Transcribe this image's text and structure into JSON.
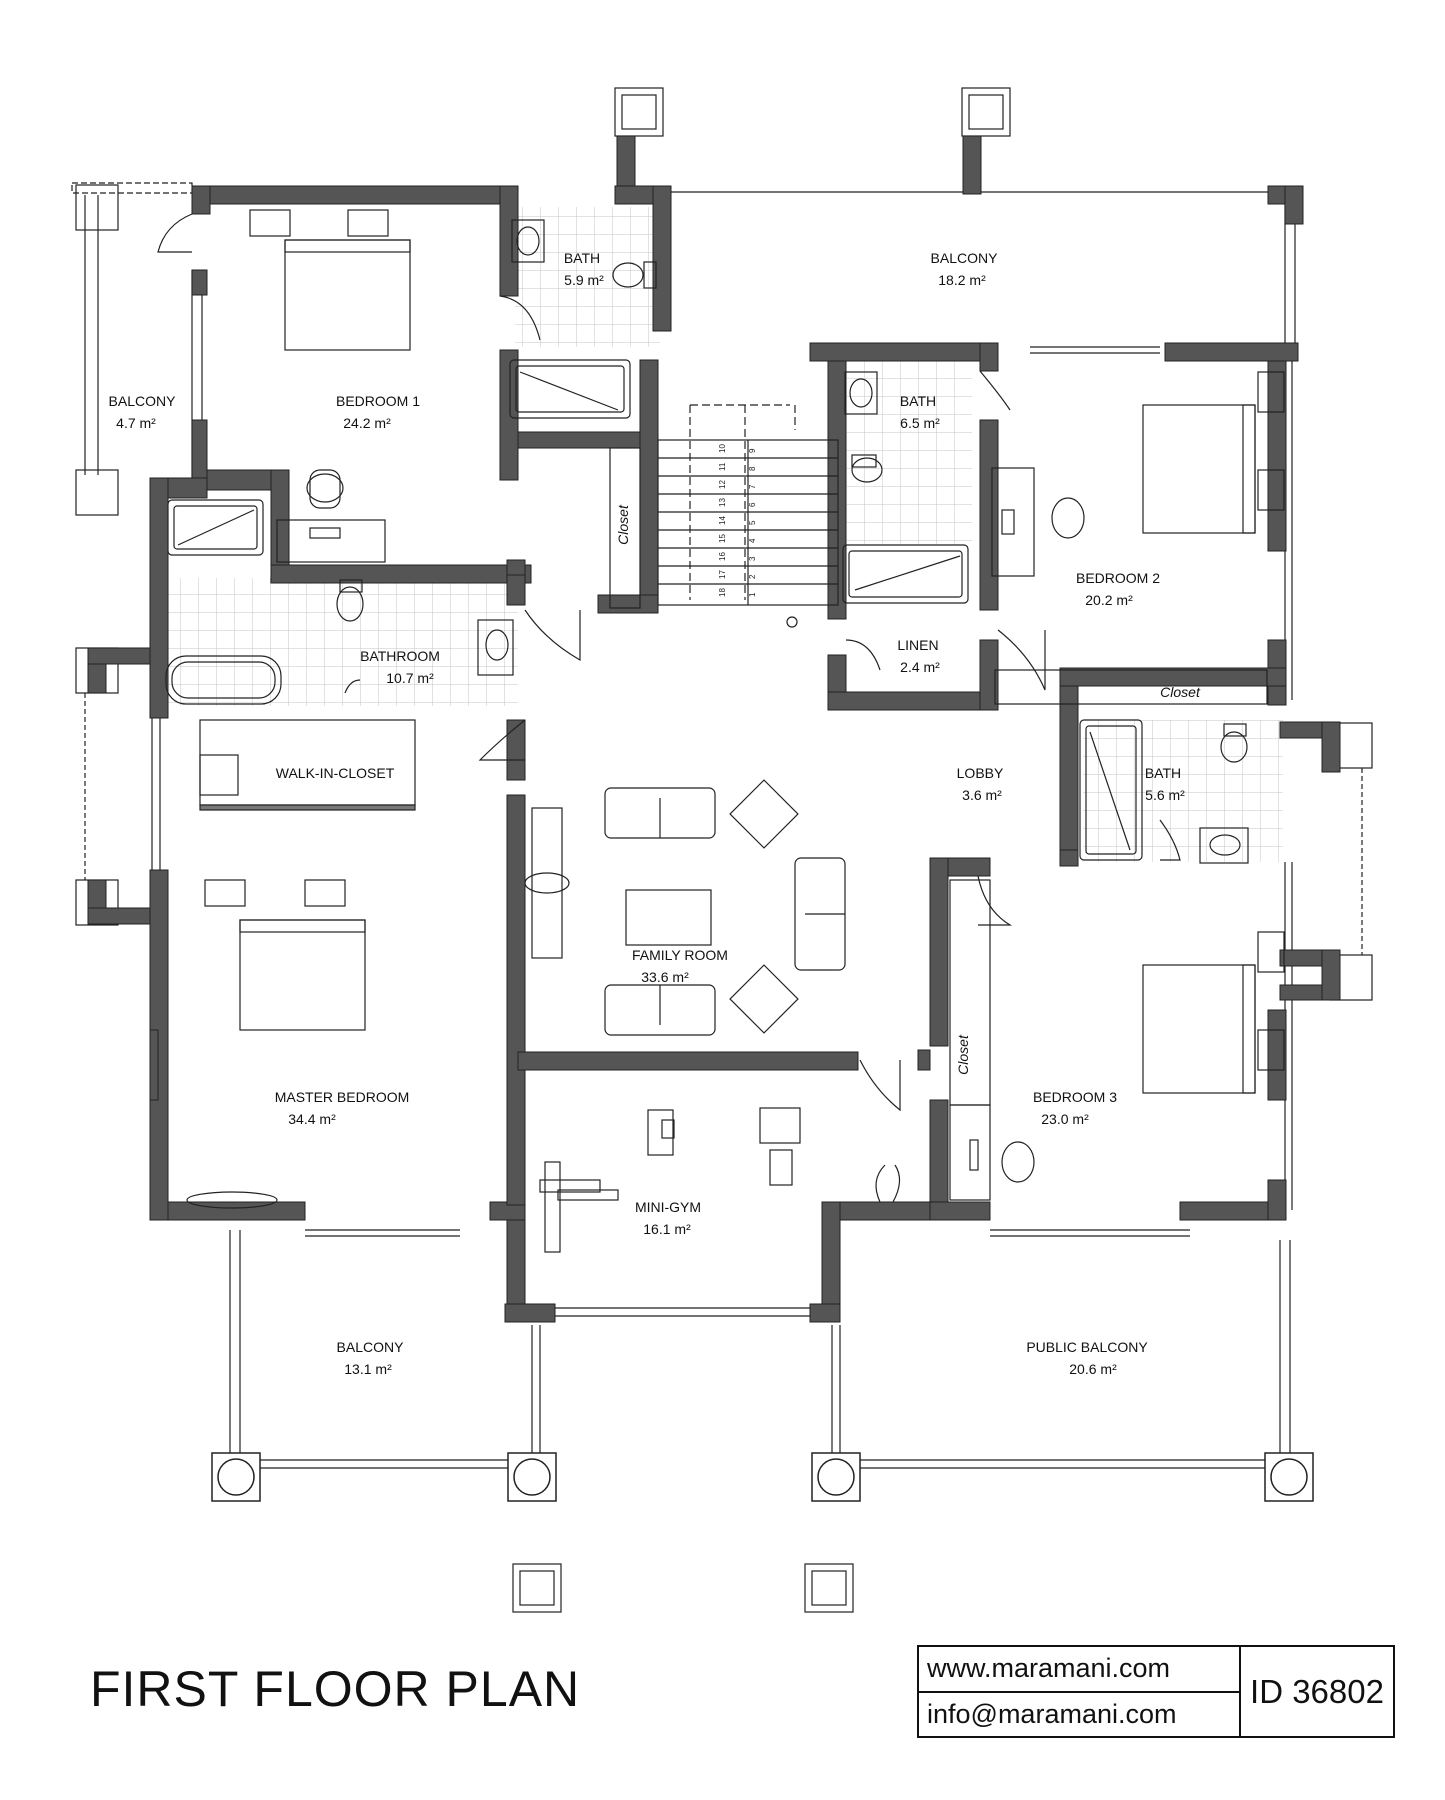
{
  "plan_title": "FIRST FLOOR PLAN",
  "title_block": {
    "website": "www.maramani.com",
    "email": "info@maramani.com",
    "plan_id": "ID 36802"
  },
  "rooms": [
    {
      "key": "balcony-west",
      "name": "BALCONY",
      "area": "4.7 m²"
    },
    {
      "key": "bedroom-1",
      "name": "BEDROOM 1",
      "area": "24.2 m²"
    },
    {
      "key": "bath-1",
      "name": "BATH",
      "area": "5.9 m²"
    },
    {
      "key": "balcony-north",
      "name": "BALCONY",
      "area": "18.2 m²"
    },
    {
      "key": "bath-2",
      "name": "BATH",
      "area": "6.5 m²"
    },
    {
      "key": "bedroom-2",
      "name": "BEDROOM 2",
      "area": "20.2 m²"
    },
    {
      "key": "bathroom",
      "name": "BATHROOM",
      "area": "10.7 m²"
    },
    {
      "key": "linen",
      "name": "LINEN",
      "area": "2.4 m²"
    },
    {
      "key": "walk-in-closet",
      "name": "WALK-IN-CLOSET",
      "area": ""
    },
    {
      "key": "lobby",
      "name": "LOBBY",
      "area": "3.6 m²"
    },
    {
      "key": "bath-3",
      "name": "BATH",
      "area": "5.6 m²"
    },
    {
      "key": "family-room",
      "name": "FAMILY ROOM",
      "area": "33.6 m²"
    },
    {
      "key": "master-bedroom",
      "name": "MASTER BEDROOM",
      "area": "34.4 m²"
    },
    {
      "key": "bedroom-3",
      "name": "BEDROOM 3",
      "area": "23.0 m²"
    },
    {
      "key": "mini-gym",
      "name": "MINI-GYM",
      "area": "16.1 m²"
    },
    {
      "key": "balcony-south",
      "name": "BALCONY",
      "area": "13.1 m²"
    },
    {
      "key": "public-balcony",
      "name": "PUBLIC BALCONY",
      "area": "20.6 m²"
    }
  ],
  "closet_labels": [
    "Closet",
    "Closet",
    "Closet"
  ],
  "stair_numbers_left": [
    "10",
    "11",
    "12",
    "13",
    "14",
    "15",
    "16",
    "17",
    "18"
  ],
  "stair_numbers_right": [
    "9",
    "8",
    "7",
    "6",
    "5",
    "4",
    "3",
    "2",
    "1"
  ],
  "colors": {
    "wall": "#555555",
    "line": "#222222",
    "tile": "#bbbbbb"
  }
}
